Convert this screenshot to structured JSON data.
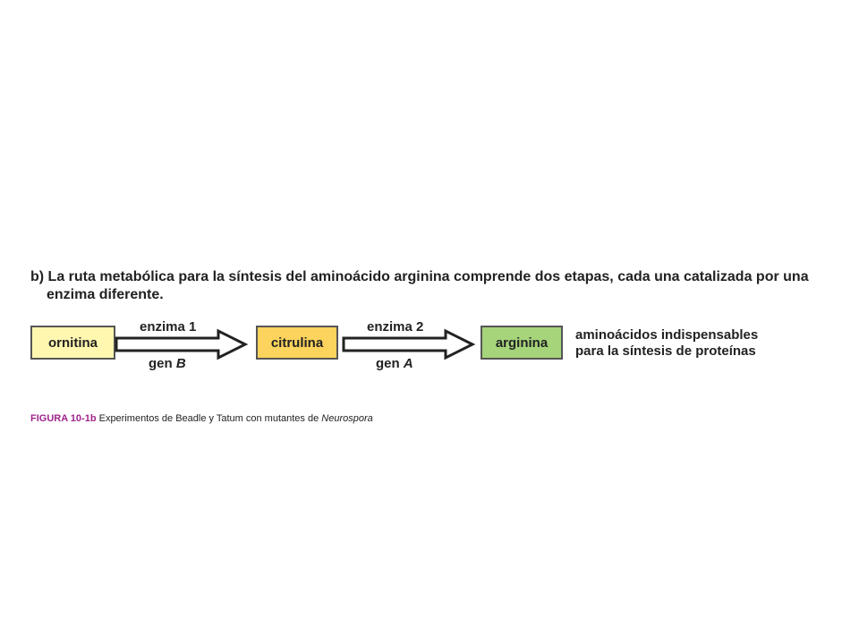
{
  "statement": {
    "line1": "b) La ruta metabólica para la síntesis del aminoácido arginina comprende dos etapas, cada una catalizada por una",
    "line2": "enzima diferente."
  },
  "pathway": {
    "compounds": [
      {
        "label": "ornitina",
        "color": "#fff7b0"
      },
      {
        "label": "citrulina",
        "color": "#fcd35c"
      },
      {
        "label": "arginina",
        "color": "#a6d47b"
      }
    ],
    "steps": [
      {
        "enzyme": "enzima 1",
        "gene_prefix": "gen ",
        "gene_letter": "B"
      },
      {
        "enzyme": "enzima 2",
        "gene_prefix": "gen ",
        "gene_letter": "A"
      }
    ],
    "note": {
      "line1": "aminoácidos indispensables",
      "line2": "para la síntesis de proteínas"
    }
  },
  "caption": {
    "label": "FIGURA 10-1b",
    "text": " Experimentos de Beadle y Tatum  con mutantes de ",
    "organism": "Neurospora",
    "label_color": "#a0248a"
  }
}
